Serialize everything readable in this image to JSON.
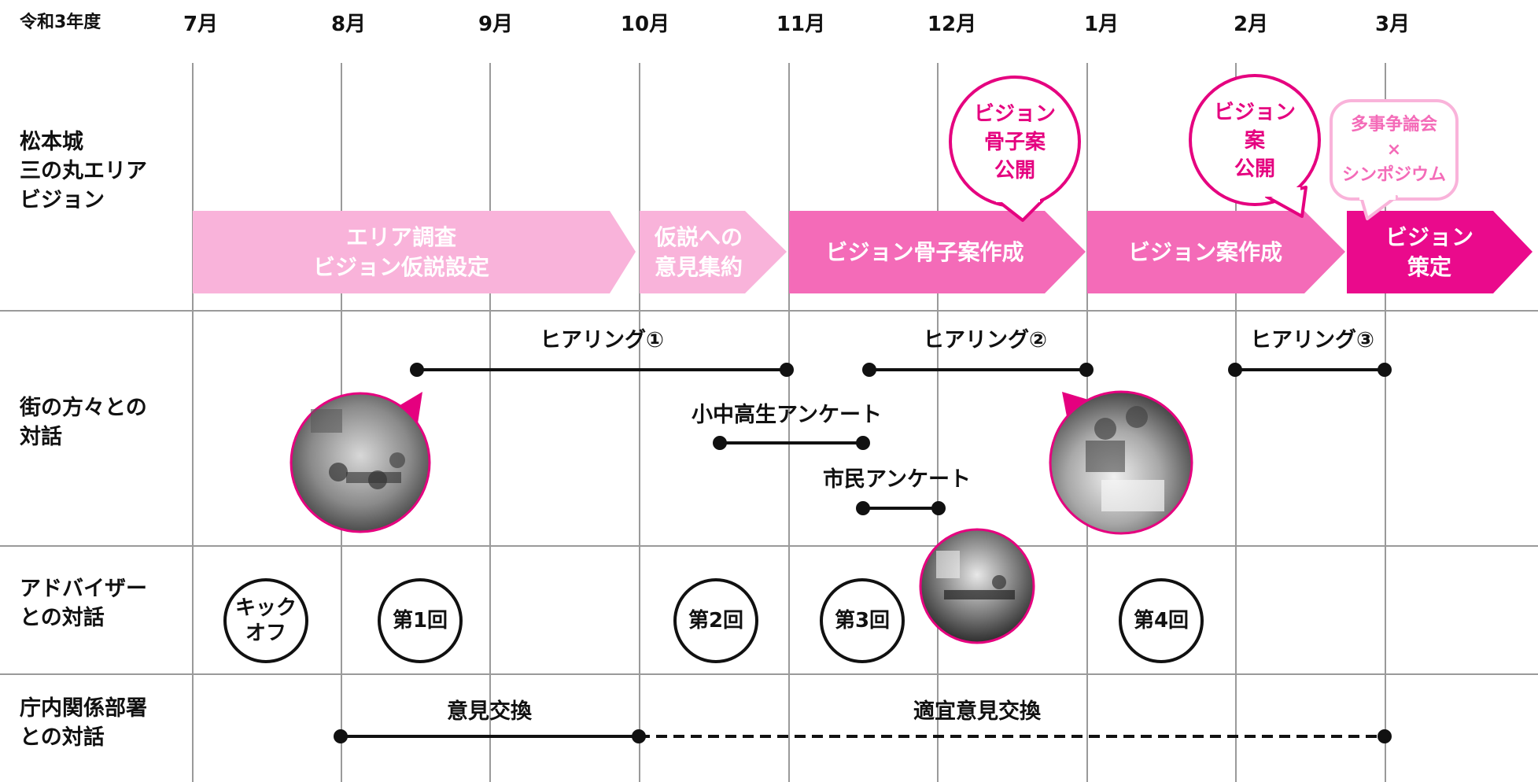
{
  "header": {
    "fiscal_year": "令和3年度",
    "months": [
      "7月",
      "8月",
      "9月",
      "10月",
      "11月",
      "12月",
      "1月",
      "2月",
      "3月"
    ]
  },
  "rows": {
    "vision": "松本城\n三の丸エリア\nビジョン",
    "citizens": "街の方々との\n対話",
    "advisers": "アドバイザー\nとの対話",
    "departments": "庁内関係部署\nとの対話"
  },
  "phases": [
    {
      "label": "エリア調査\nビジョン仮説設定",
      "color": "#f9b3da"
    },
    {
      "label": "仮説への\n意見集約",
      "color": "#f9b3da"
    },
    {
      "label": "ビジョン骨子案作成",
      "color": "#f46bb8"
    },
    {
      "label": "ビジョン案作成",
      "color": "#f46bb8"
    },
    {
      "label": "ビジョン\n策定",
      "color": "#ea0a8c"
    }
  ],
  "callouts": {
    "skeleton_release": "ビジョン\n骨子案\n公開",
    "draft_release": "ビジョン\n案\n公開",
    "symposium": "多事争論会\n×\nシンポジウム"
  },
  "hearings": {
    "first": "ヒアリング①",
    "second": "ヒアリング②",
    "third": "ヒアリング③",
    "students_survey": "小中高生アンケート",
    "citizens_survey": "市民アンケート"
  },
  "adviser_meetings": [
    "キック\nオフ",
    "第1回",
    "第2回",
    "第3回",
    "第4回"
  ],
  "department_talks": {
    "exchange": "意見交換",
    "ongoing_exchange": "適宜意見交換"
  },
  "photos": [
    "meeting-photo-workshop",
    "meeting-photo-map-discussion",
    "meeting-photo-conference-room"
  ],
  "colors": {
    "accent": "#e5007f",
    "phase_light": "#f9b3da",
    "phase_mid": "#f46bb8",
    "phase_dark": "#ea0a8c",
    "grid": "#9a9a9a"
  }
}
